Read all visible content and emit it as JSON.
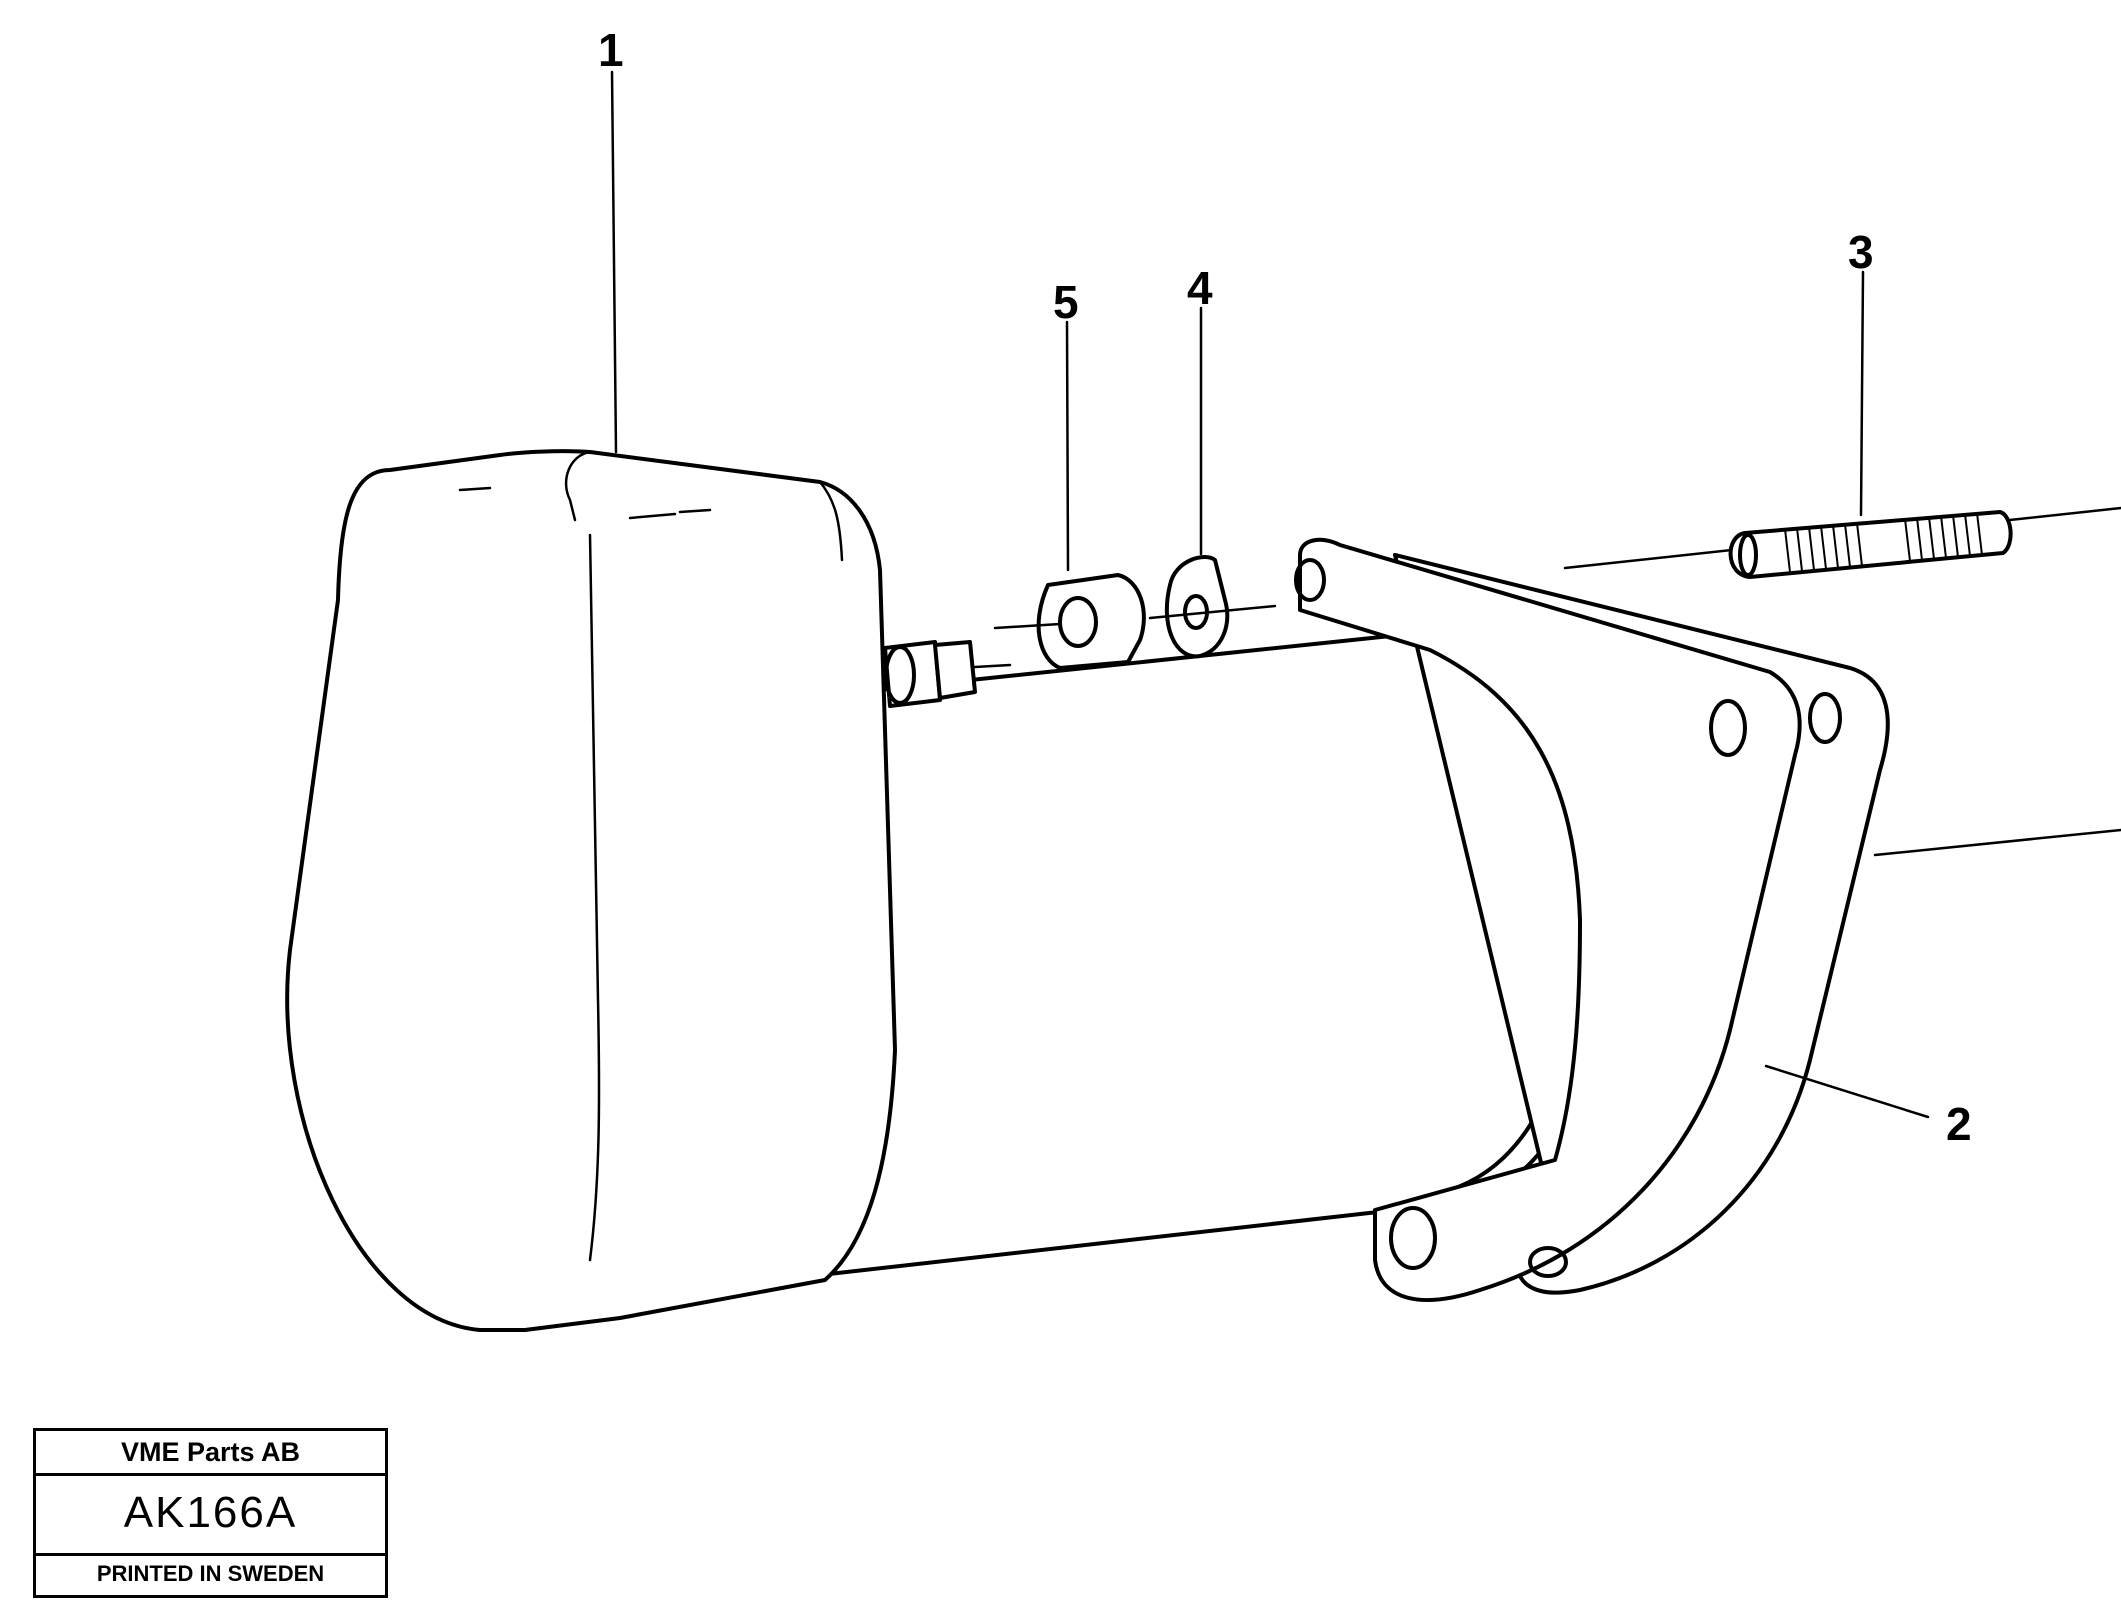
{
  "callouts": {
    "c1": "1",
    "c2": "2",
    "c3": "3",
    "c4": "4",
    "c5": "5"
  },
  "title_block": {
    "company": "VME Parts AB",
    "drawing_code": "AK166A",
    "printed": "PRINTED IN SWEDEN"
  }
}
